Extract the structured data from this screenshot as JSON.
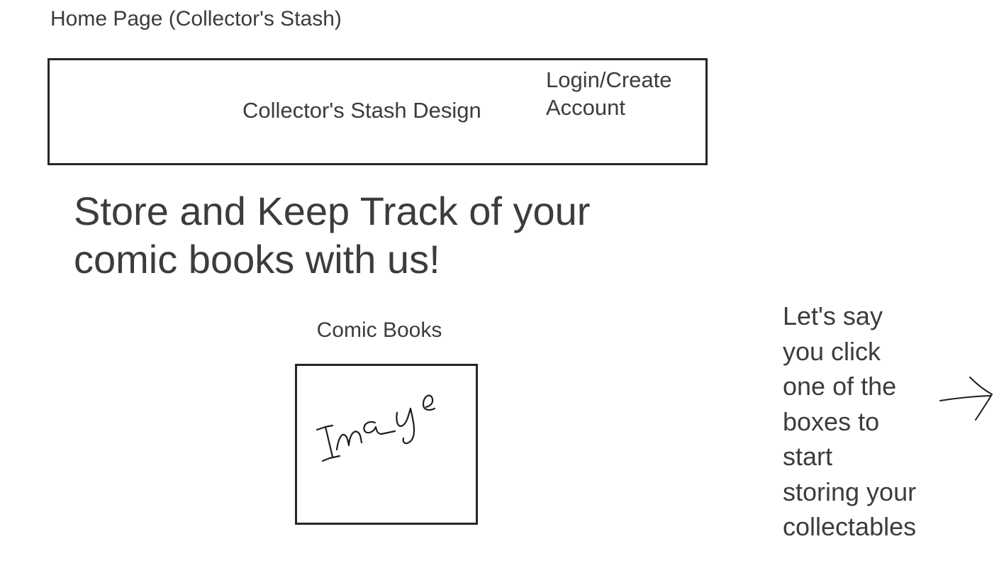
{
  "page": {
    "title": "Home Page (Collector's Stash)"
  },
  "header": {
    "brand": "Collector's Stash Design",
    "login_line1": "Login/Create",
    "login_line2": "Account"
  },
  "hero": {
    "line1": "Store and Keep Track of your",
    "line2": "comic books with us!"
  },
  "categories": [
    {
      "label": "Comic Books",
      "image_text": "Image"
    }
  ],
  "annotation": {
    "lines": [
      "Let's say",
      "you click",
      "one of the",
      "boxes to",
      "start",
      "storing your",
      "collectables"
    ],
    "arrow_icon": "hand-drawn-arrow-right-icon"
  },
  "colors": {
    "text": "#3c3c3c",
    "border": "#262626",
    "background": "#ffffff"
  }
}
